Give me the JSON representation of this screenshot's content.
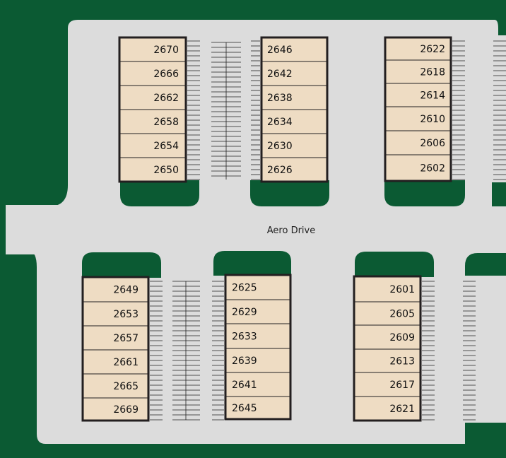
{
  "colors": {
    "grass": "#0b5a33",
    "pavement": "#dcdcdc",
    "building_fill": "#eedcc3",
    "building_outline": "#231f20",
    "stall_lines": "#222222"
  },
  "street": {
    "name": "Aero Drive"
  },
  "buildings": [
    {
      "id": "north-west",
      "units": [
        "2670",
        "2666",
        "2662",
        "2658",
        "2654",
        "2650"
      ]
    },
    {
      "id": "north-center",
      "units": [
        "2646",
        "2642",
        "2638",
        "2634",
        "2630",
        "2626"
      ]
    },
    {
      "id": "north-east",
      "units": [
        "2622",
        "2618",
        "2614",
        "2610",
        "2606",
        "2602"
      ]
    },
    {
      "id": "south-west",
      "units": [
        "2649",
        "2653",
        "2657",
        "2661",
        "2665",
        "2669"
      ]
    },
    {
      "id": "south-center",
      "units": [
        "2625",
        "2629",
        "2633",
        "2639",
        "2641",
        "2645"
      ]
    },
    {
      "id": "south-east",
      "units": [
        "2601",
        "2605",
        "2609",
        "2613",
        "2617",
        "2621"
      ]
    }
  ]
}
